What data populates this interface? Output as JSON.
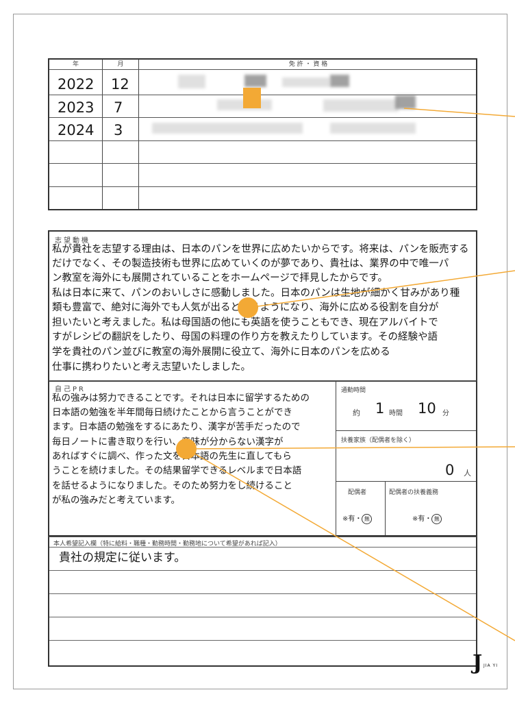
{
  "licenses": {
    "headers": {
      "year": "年",
      "month": "月",
      "license": "免 許 ・ 資 格"
    },
    "rows": [
      {
        "year": "2022",
        "month": "12"
      },
      {
        "year": "2023",
        "month": "7"
      },
      {
        "year": "2024",
        "month": "3"
      }
    ]
  },
  "motivation": {
    "label": "志望動機",
    "lines": [
      "私が貴社を志望する理由は、日本のパンを世界に広めたいからです。将来は、パンを販売する",
      "だけでなく、その製造技術も世界に広めていくのが夢であり、貴社は、業界の中で唯一パ",
      "ン教室を海外にも展開されていることをホームページで拝見したからです。",
      "私は日本に来て、パンのおいしさに感動しました。日本のパンは生地が細かく甘みがあり種",
      "類も豊富で、絶対に海外でも人気が出ると思うようになり、海外に広める役割を自分が",
      "担いたいと考えました。私は母国語の他にも英語を使うこともでき、現在アルバイトで",
      "すがレシピの翻訳をしたり、母国の料理の作り方を教えたりしています。その経験や語",
      "学を貴社のパン並びに教室の海外展開に役立て、海外に日本のパンを広める",
      "仕事に携わりたいと考え志望いたしました。"
    ]
  },
  "self_pr": {
    "label": "自己PR",
    "lines": [
      "私の強みは努力できることです。それは日本に留学するための",
      "日本語の勉強を半年間毎日続けたことから言うことができ",
      "ます。日本語の勉強をするにあたり、漢字が苦手だったので",
      "毎日ノートに書き取りを行い、意味が分からない漢字が",
      "あればすぐに調べ、作った文を日本語の先生に直してもら",
      "うことを続けました。その結果留学できるレベルまで日本語",
      "を話せるようになりました。そのため努力をし続けること",
      "が私の強みだと考えています。"
    ]
  },
  "commute": {
    "label": "通勤時間",
    "prefix": "約",
    "hours": "1",
    "hours_unit": "時間",
    "minutes": "10",
    "minutes_unit": "分"
  },
  "dependents": {
    "label": "扶養家族（配偶者を除く）",
    "value": "0",
    "unit": "人"
  },
  "spouse": {
    "label": "配偶者",
    "options": "※有・",
    "selected": "無"
  },
  "spouse_support": {
    "label": "配偶者の扶養義務",
    "options": "※有・",
    "selected": "無"
  },
  "request": {
    "label": "本人希望記入欄（特に給料・職種・勤務時間・勤務地について希望があれば記入）",
    "text": "貴社の規定に従います。"
  },
  "logo": {
    "mark": "J",
    "text": "JIA YI"
  },
  "colors": {
    "accent": "#f3a935"
  }
}
